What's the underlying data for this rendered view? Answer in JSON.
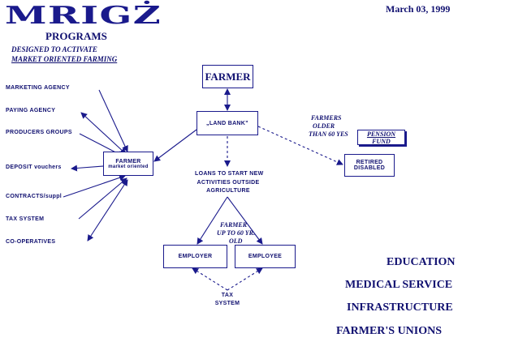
{
  "header": {
    "logo": "MRIGŻ",
    "date": "March 03, 1999",
    "programs": "PROGRAMS",
    "subtitle_line1": "DESIGNED TO ACTIVATE",
    "subtitle_line2": "MARKET ORIENTED FARMING"
  },
  "left_items": [
    "MARKETING AGENCY",
    "PAYING AGENCY",
    "PRODUCERS GROUPS",
    "DEPOSIT vouchers",
    "CONTRACTS/suppl",
    "TAX SYSTEM",
    "CO-OPERATIVES"
  ],
  "nodes": {
    "farmer_top": "FARMER",
    "land_bank": "„LAND BANK”",
    "farmer_market_line1": "FARMER",
    "farmer_market_line2": "market oriented",
    "loans_line1": "LOANS TO START NEW",
    "loans_line2": "ACTIVITIES OUTSIDE",
    "loans_line3": "AGRICULTURE",
    "retired_line1": "RETIRED",
    "retired_line2": "DISABLED",
    "pension_fund": "PENSION FUND",
    "employer": "EMPLOYER",
    "employee": "EMPLOYEE",
    "tax_line1": "TAX",
    "tax_line2": "SYSTEM"
  },
  "annotations": {
    "farmers_older_line1": "FARMERS",
    "farmers_older_line2": "OLDER",
    "farmers_older_line3": "THAN 60 YES",
    "farmer_up_line1": "FARMER",
    "farmer_up_line2": "UP TO 60 YR.",
    "farmer_up_line3": "OLD"
  },
  "right_list": [
    "EDUCATION",
    "MEDICAL SERVICE",
    "INFRASTRUCTURE",
    "FARMER'S UNIONS"
  ]
}
